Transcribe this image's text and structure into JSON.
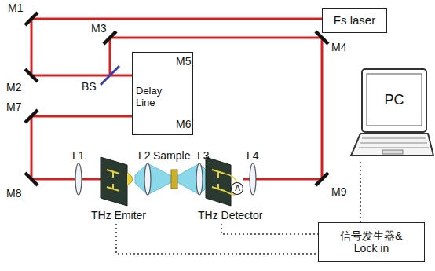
{
  "diagram": {
    "nodes": [
      {
        "text": [
          "Fs laser"
        ]
      },
      {
        "text": [
          "Delay Line"
        ]
      },
      {
        "text": [
          "PC"
        ]
      },
      {
        "text": [
          "信号发生器& Lock in"
        ]
      }
    ],
    "edges": [
      {
        "from": 3,
        "to": 2,
        "arrow": "none"
      }
    ],
    "labels": [
      "M1",
      "M2",
      "M3",
      "BS",
      "M4",
      "M5",
      "M6",
      "M7",
      "M8",
      "M9",
      "L1",
      "L2",
      "Sample",
      "L3",
      "L4",
      "THz Emiter",
      "THz Detector",
      "A"
    ]
  }
}
